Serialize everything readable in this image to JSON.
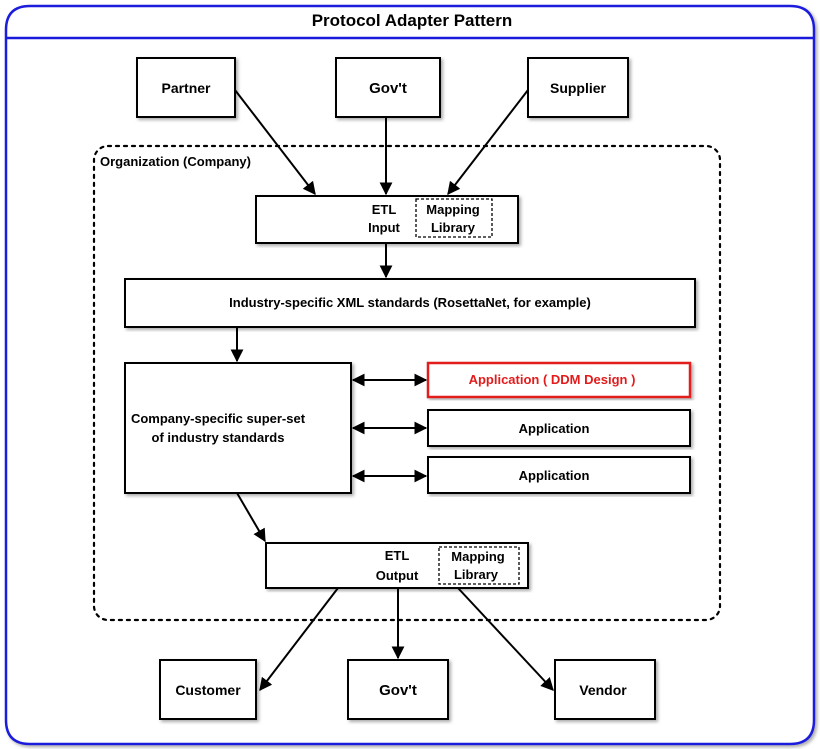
{
  "title": "Protocol Adapter Pattern",
  "organization_label": "Organization (Company)",
  "top_entities": {
    "partner": "Partner",
    "govt": "Gov't",
    "supplier": "Supplier"
  },
  "etl_input": {
    "line1": "ETL",
    "line2": "Input",
    "mapping_line1": "Mapping",
    "mapping_line2": "Library"
  },
  "industry_standards": "Industry-specific XML standards (RosettaNet, for example)",
  "superset": {
    "line1": "Company-specific super-set",
    "line2": "of industry standards"
  },
  "applications": [
    {
      "label": "Application ( DDM Design )",
      "highlight": true
    },
    {
      "label": "Application",
      "highlight": false
    },
    {
      "label": "Application",
      "highlight": false
    }
  ],
  "etl_output": {
    "line1": "ETL",
    "line2": "Output",
    "mapping_line1": "Mapping",
    "mapping_line2": "Library"
  },
  "bottom_entities": {
    "customer": "Customer",
    "govt": "Gov't",
    "vendor": "Vendor"
  },
  "colors": {
    "frame": "#1a1adc",
    "highlight": "#e31b1b",
    "ink": "#000000"
  }
}
